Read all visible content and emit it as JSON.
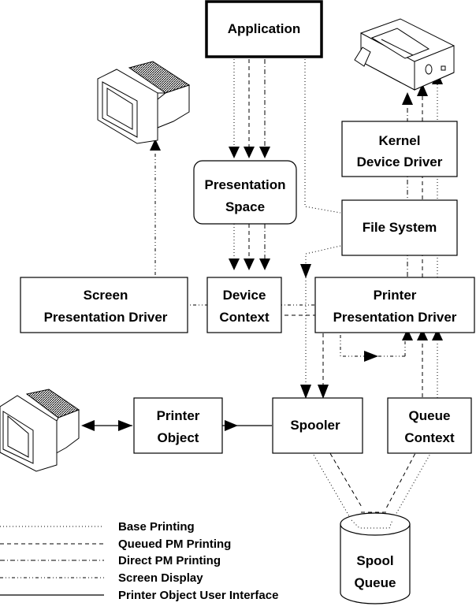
{
  "diagram": {
    "nodes": {
      "application": "Application",
      "presentation_space": [
        "Presentation",
        "Space"
      ],
      "kernel_device_driver": [
        "Kernel",
        "Device Driver"
      ],
      "file_system": "File System",
      "screen_presentation_driver": [
        "Screen",
        "Presentation Driver"
      ],
      "device_context": [
        "Device",
        "Context"
      ],
      "printer_presentation_driver": [
        "Printer",
        "Presentation Driver"
      ],
      "printer_object": [
        "Printer",
        "Object"
      ],
      "spooler": "Spooler",
      "queue_context": [
        "Queue",
        "Context"
      ],
      "spool_queue": [
        "Spool",
        "Queue"
      ]
    },
    "devices": {
      "top_monitor": "monitor-icon",
      "printer": "printer-icon",
      "bottom_monitor": "monitor-icon"
    },
    "legend": [
      {
        "style": "dotted",
        "label": "Base Printing"
      },
      {
        "style": "dashed",
        "label": "Queued PM Printing"
      },
      {
        "style": "dash-dot",
        "label": "Direct PM Printing"
      },
      {
        "style": "dash-dot-dot",
        "label": "Screen Display"
      },
      {
        "style": "solid",
        "label": "Printer Object User Interface"
      }
    ]
  }
}
